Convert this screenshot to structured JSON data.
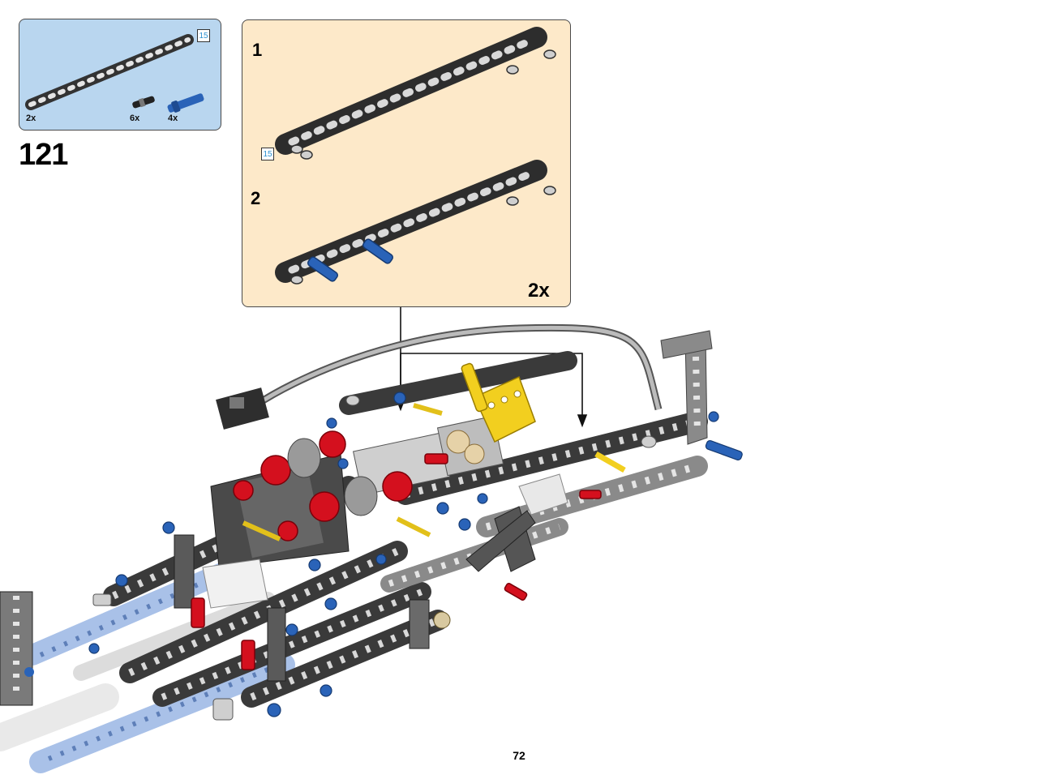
{
  "step": {
    "number": "121"
  },
  "parts_list": {
    "length_badge": "15",
    "items": [
      {
        "qty": "2x",
        "part": "beam-15-dark-gray"
      },
      {
        "qty": "6x",
        "part": "pin-black"
      },
      {
        "qty": "4x",
        "part": "axle-pin-blue"
      }
    ]
  },
  "subassembly": {
    "steps": [
      {
        "label": "1",
        "length_badge": "15"
      },
      {
        "label": "2"
      }
    ],
    "multiplier": "2x"
  },
  "colors": {
    "parts_panel_bg": "#b9d6ef",
    "subassembly_bg": "#fde9c9",
    "beam_dark": "#3a3a3a",
    "beam_light": "#9c9c9c",
    "blue_part": "#2a63b8",
    "red_part": "#d4101e",
    "yellow_part": "#f2cf1f",
    "light_blue_beam": "#a9c1e8"
  },
  "page": {
    "number": "72"
  }
}
